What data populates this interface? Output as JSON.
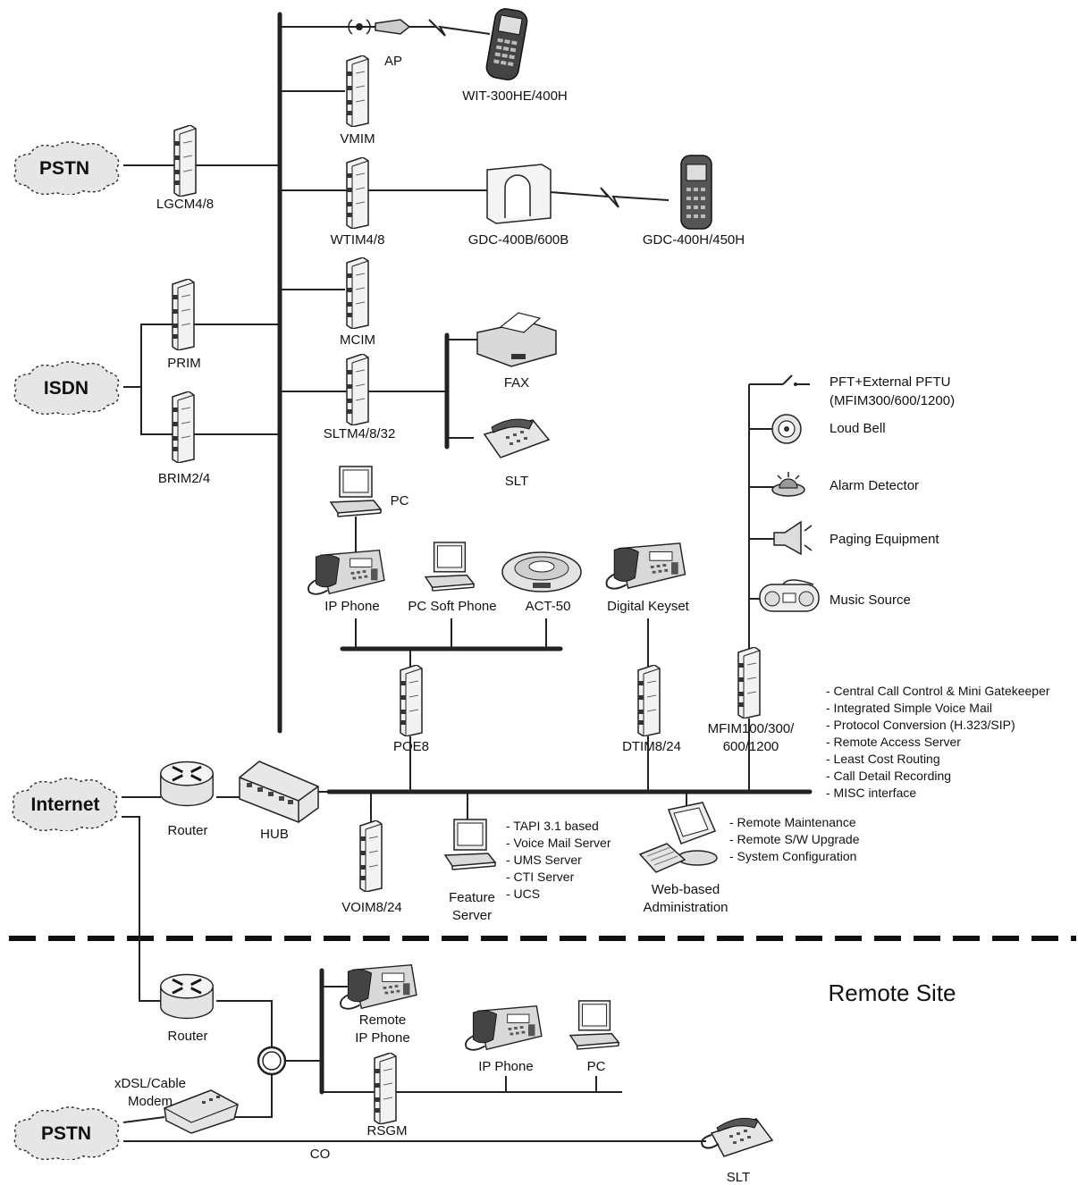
{
  "labels": {
    "pstn_top": "PSTN",
    "isdn": "ISDN",
    "internet": "Internet",
    "pstn_bottom": "PSTN",
    "ap": "AP",
    "wit": "WIT-300HE/400H",
    "vmim": "VMIM",
    "lgcm": "LGCM4/8",
    "wtim": "WTIM4/8",
    "gdc_base": "GDC-400B/600B",
    "gdc_handset": "GDC-400H/450H",
    "mcim": "MCIM",
    "prim": "PRIM",
    "fax": "FAX",
    "sltm": "SLTM4/8/32",
    "brim": "BRIM2/4",
    "slt_top": "SLT",
    "pc_top": "PC",
    "ip_phone": "IP Phone",
    "pc_soft_phone": "PC Soft Phone",
    "act50": "ACT-50",
    "digital_keyset": "Digital Keyset",
    "poe8": "POE8",
    "dtim": "DTIM8/24",
    "mfim_1": "MFIM100/300/",
    "mfim_2": "600/1200",
    "pft_1": "PFT+External PFTU",
    "pft_2": "(MFIM300/600/1200)",
    "loud_bell": "Loud Bell",
    "alarm_detector": "Alarm Detector",
    "paging_equipment": "Paging Equipment",
    "music_source": "Music Source",
    "router_top": "Router",
    "hub": "HUB",
    "voim": "VOIM8/24",
    "feature_server_1": "Feature",
    "feature_server_2": "Server",
    "web_admin_1": "Web-based",
    "web_admin_2": "Administration",
    "router_bottom": "Router",
    "remote_ip_phone_1": "Remote",
    "remote_ip_phone_2": "IP Phone",
    "remote_site": "Remote Site",
    "ip_phone_remote": "IP Phone",
    "pc_remote": "PC",
    "modem_1": "xDSL/Cable",
    "modem_2": "Modem",
    "rsgm": "RSGM",
    "co": "CO",
    "slt_bottom": "SLT"
  },
  "mfim_features": [
    "- Central Call Control & Mini Gatekeeper",
    "- Integrated Simple Voice Mail",
    "- Protocol Conversion (H.323/SIP)",
    "- Remote Access Server",
    "- Least Cost Routing",
    "- Call Detail Recording",
    "- MISC interface"
  ],
  "feature_server_list": [
    "- TAPI 3.1 based",
    "- Voice Mail Server",
    "- UMS Server",
    "- CTI Server",
    "- UCS"
  ],
  "web_admin_list": [
    "- Remote Maintenance",
    "- Remote S/W Upgrade",
    "- System Configuration"
  ]
}
